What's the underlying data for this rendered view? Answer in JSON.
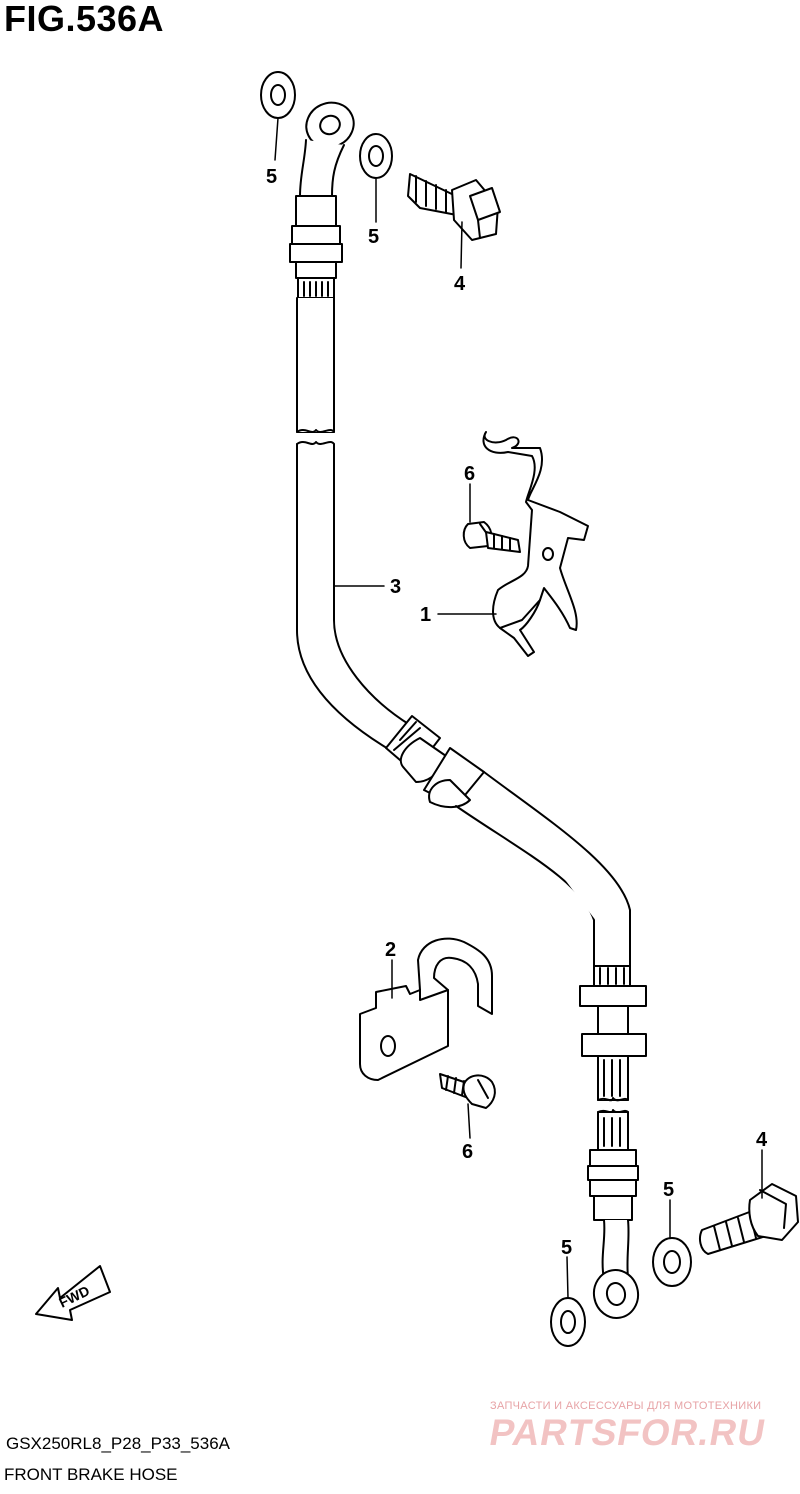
{
  "figure": {
    "title": "FIG.536A",
    "model_code": "GSX250RL8_P28_P33_536A",
    "name": "FRONT BRAKE HOSE"
  },
  "callouts": {
    "c1": "1",
    "c2": "2",
    "c3": "3",
    "c4_top": "4",
    "c4_bottom": "4",
    "c5_top_left": "5",
    "c5_top_right": "5",
    "c5_bottom_right": "5",
    "c5_bottom_left": "5",
    "c6_top": "6",
    "c6_bottom": "6"
  },
  "fwd_arrow": "FWD",
  "watermark": {
    "tagline": "ЗАПЧАСТИ И АКСЕССУАРЫ ДЛЯ МОТОТЕХНИКИ",
    "brand": "PARTSFOR.RU"
  }
}
